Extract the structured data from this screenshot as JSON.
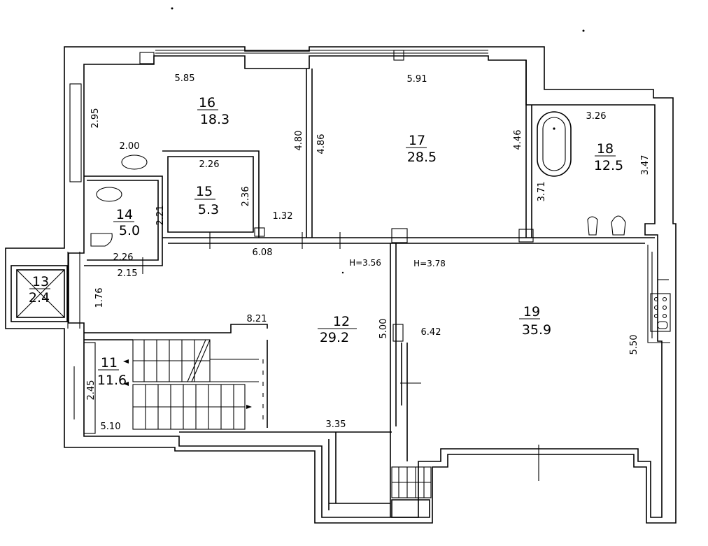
{
  "rooms": [
    {
      "id": "11",
      "number": "11",
      "area": "11.6"
    },
    {
      "id": "12",
      "number": "12",
      "area": "29.2"
    },
    {
      "id": "13",
      "number": "13",
      "area": "2.4"
    },
    {
      "id": "14",
      "number": "14",
      "area": "5.0"
    },
    {
      "id": "15",
      "number": "15",
      "area": "5.3"
    },
    {
      "id": "16",
      "number": "16",
      "area": "18.3"
    },
    {
      "id": "17",
      "number": "17",
      "area": "28.5"
    },
    {
      "id": "18",
      "number": "18",
      "area": "12.5"
    },
    {
      "id": "19",
      "number": "19",
      "area": "35.9"
    }
  ],
  "dimensions": {
    "d_585": "5.85",
    "d_591": "5.91",
    "d_326": "3.26",
    "d_295": "2.95",
    "d_480": "4.80",
    "d_486": "4.86",
    "d_446": "4.46",
    "d_347": "3.47",
    "d_371": "3.71",
    "d_200": "2.00",
    "d_226a": "2.26",
    "d_236": "2.36",
    "d_132": "1.32",
    "d_221": "2.21",
    "d_226b": "2.26",
    "d_215": "2.15",
    "d_608": "6.08",
    "d_176": "1.76",
    "d_821": "8.21",
    "d_500": "5.00",
    "d_642": "6.42",
    "d_550": "5.50",
    "d_245": "2.45",
    "d_510": "5.10",
    "d_335": "3.35"
  },
  "heights": {
    "h1": "H=3.56",
    "h2": "H=3.78"
  }
}
